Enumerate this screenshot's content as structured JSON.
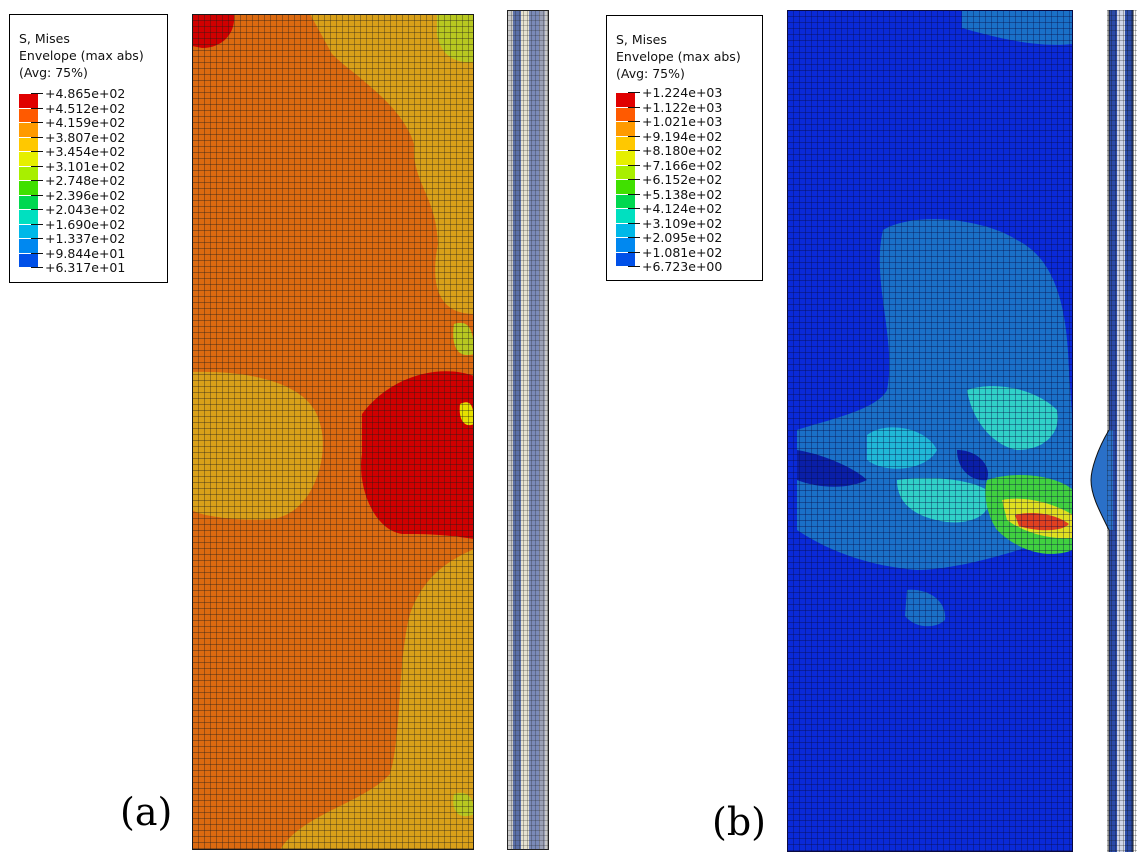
{
  "panels": [
    {
      "id": "a",
      "label": "(a)",
      "legend": {
        "title": "S, Mises",
        "line2": "Envelope (max abs)",
        "line3": "(Avg: 75%)",
        "values": [
          "+4.865e+02",
          "+4.512e+02",
          "+4.159e+02",
          "+3.807e+02",
          "+3.454e+02",
          "+3.101e+02",
          "+2.748e+02",
          "+2.396e+02",
          "+2.043e+02",
          "+1.690e+02",
          "+1.337e+02",
          "+9.844e+01",
          "+6.317e+01"
        ]
      }
    },
    {
      "id": "b",
      "label": "(b)",
      "legend": {
        "title": "S, Mises",
        "line2": "Envelope (max abs)",
        "line3": "(Avg: 75%)",
        "values": [
          "+1.224e+03",
          "+1.122e+03",
          "+1.021e+03",
          "+9.194e+02",
          "+8.180e+02",
          "+7.166e+02",
          "+6.152e+02",
          "+5.138e+02",
          "+4.124e+02",
          "+3.109e+02",
          "+2.095e+02",
          "+1.081e+02",
          "+6.723e+00"
        ]
      }
    }
  ],
  "colors": {
    "scale": [
      "#e00000",
      "#ff5a00",
      "#ff9a00",
      "#ffc800",
      "#e6ef00",
      "#a8ef00",
      "#40e000",
      "#00d850",
      "#00e0c0",
      "#00b8e8",
      "#0088f0",
      "#0050e8",
      "#0018e0"
    ],
    "mesh_line": "#1a1a1a"
  }
}
